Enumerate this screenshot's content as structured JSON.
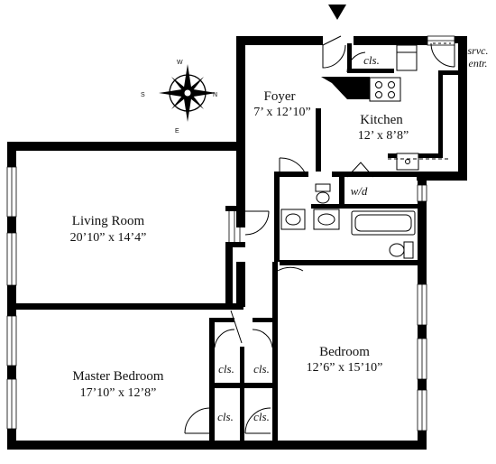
{
  "rooms": {
    "foyer": {
      "name": "Foyer",
      "dims": "7’ x 12’10”"
    },
    "kitchen": {
      "name": "Kitchen",
      "dims": "12’ x 8’8”"
    },
    "living_room": {
      "name": "Living Room",
      "dims": "20’10” x 14’4”"
    },
    "bedroom": {
      "name": "Bedroom",
      "dims": "12’6” x 15’10”"
    },
    "master_bedroom": {
      "name": "Master Bedroom",
      "dims": "17’10” x 12’8”"
    }
  },
  "closets": {
    "kitchen": "cls.",
    "master_upper": "cls.",
    "bedroom_upper": "cls.",
    "master_lower": "cls.",
    "bedroom_lower": "cls."
  },
  "laundry": "w/d",
  "service_entrance": {
    "line1": "srvc.",
    "line2": "entr."
  },
  "compass": {
    "n": "N",
    "s": "S",
    "e": "E",
    "w": "W"
  },
  "colors": {
    "wall": "#000000",
    "fixture": "#000000",
    "background": "#ffffff"
  }
}
